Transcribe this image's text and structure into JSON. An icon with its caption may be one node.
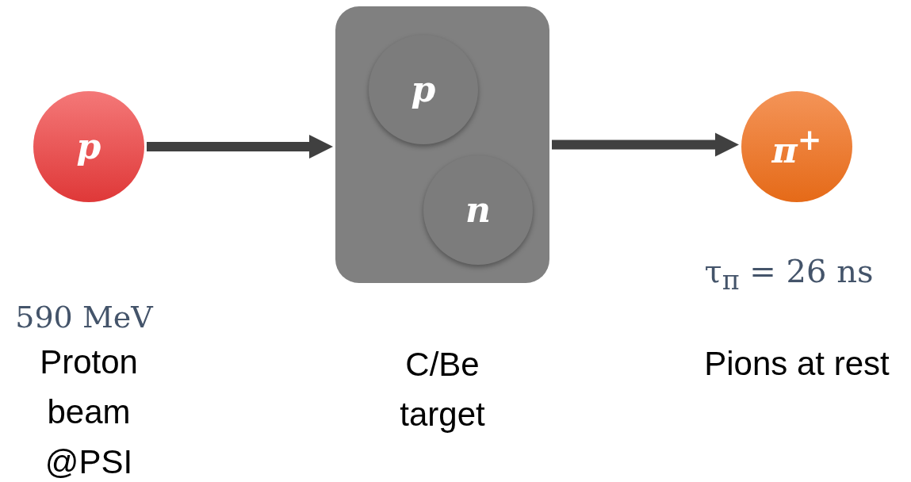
{
  "diagram": {
    "nodes": [
      {
        "text": [
          "p"
        ],
        "beside": [
          "590 MeV",
          "Proton beam @PSI"
        ]
      },
      {
        "text": [],
        "shape": "box",
        "beside": [
          "C/Be target"
        ]
      },
      {
        "text": [
          "p"
        ],
        "in": 1
      },
      {
        "text": [
          "n"
        ],
        "in": 1
      },
      {
        "text": [
          "π$^{+}$"
        ],
        "beside": [
          "τ$_{π}$ = 26 ns",
          "Pions at rest"
        ]
      }
    ],
    "edges": [
      {
        "from": 0,
        "to": 1,
        "arrow": "to"
      },
      {
        "from": 1,
        "to": 4,
        "arrow": "to"
      }
    ]
  }
}
